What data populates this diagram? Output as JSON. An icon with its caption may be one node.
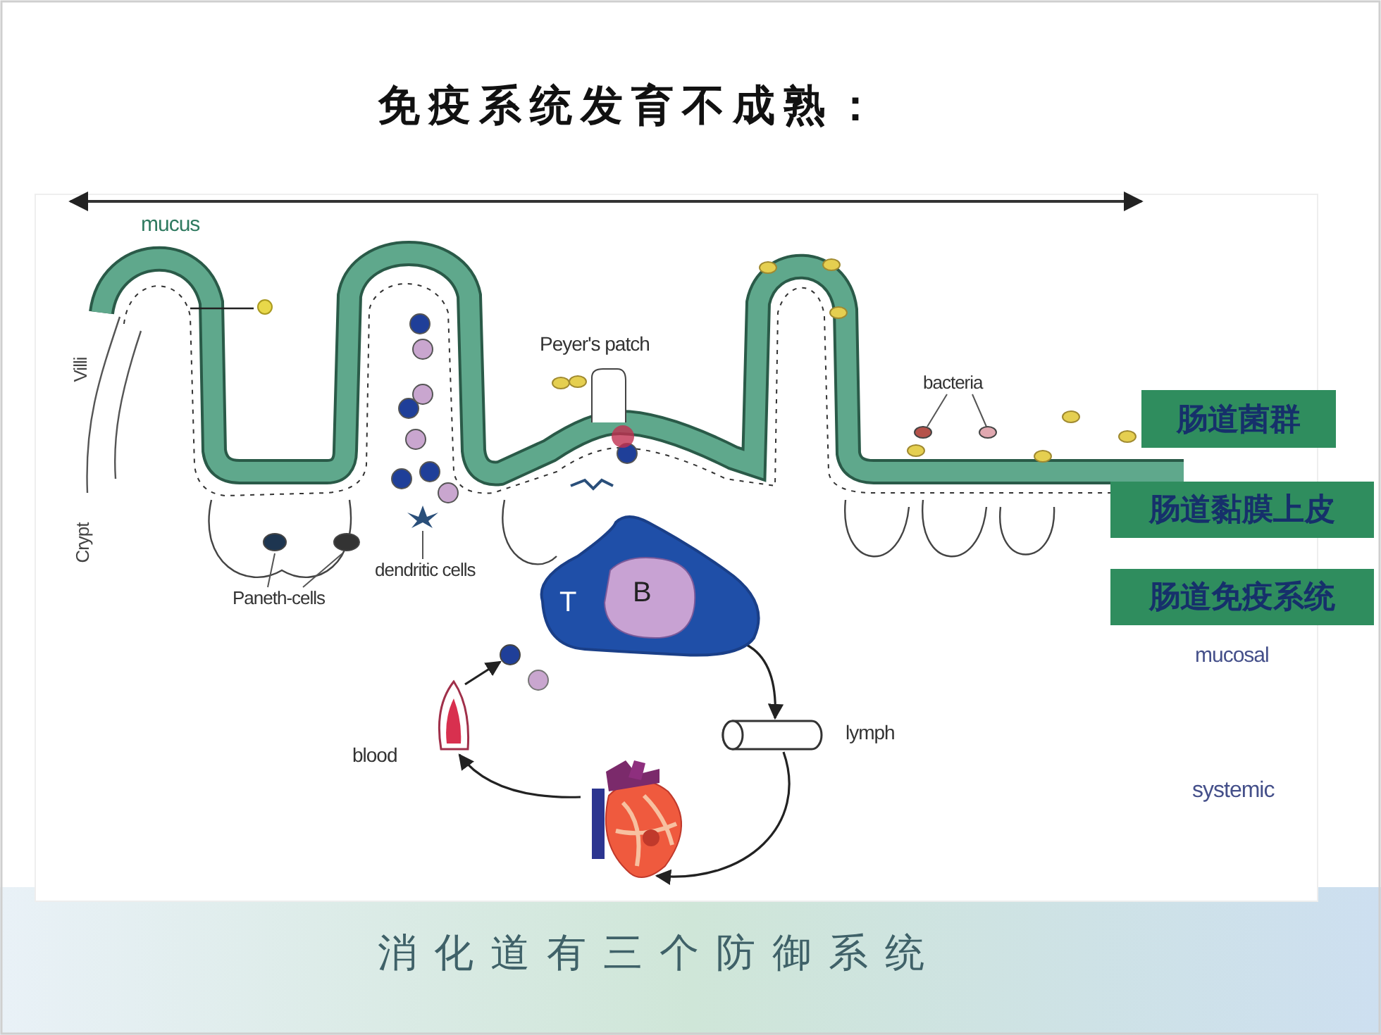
{
  "diagram": {
    "title": "免疫系统发育不成熟：",
    "caption": "消化道有三个防御系统",
    "nodes": [
      {
        "text": [
          "T"
        ]
      },
      {
        "text": [
          "B"
        ],
        "in": 0
      },
      {
        "text": [],
        "shape": "picture",
        "beside": [
          "blood"
        ]
      },
      {
        "text": [],
        "shape": "cylinder",
        "beside": [
          "lymph"
        ]
      },
      {
        "text": [],
        "shape": "picture"
      },
      {
        "text": [],
        "shape": "circle"
      },
      {
        "text": [
          "肠道菌群"
        ]
      },
      {
        "text": [
          "肠道黏膜上皮"
        ]
      },
      {
        "text": [
          "肠道免疫系统"
        ]
      },
      {
        "text": [
          "Paneth-cells"
        ]
      },
      {
        "text": [],
        "shape": "circle"
      },
      {
        "text": [],
        "shape": "circle"
      },
      {
        "text": [
          "dendritic cells"
        ]
      },
      {
        "text": [],
        "shape": "picture"
      },
      {
        "text": [
          "bacteria"
        ]
      },
      {
        "text": [],
        "shape": "circle"
      },
      {
        "text": [],
        "shape": "circle"
      }
    ],
    "edges": [
      {
        "from": 0,
        "to": 3,
        "arrow": "to"
      },
      {
        "from": 3,
        "to": 4,
        "arrow": "to"
      },
      {
        "from": 4,
        "to": 2,
        "arrow": "to"
      },
      {
        "from": 2,
        "to": 5,
        "arrow": "to"
      },
      {
        "from": 9,
        "to": 10,
        "arrow": "none"
      },
      {
        "from": 9,
        "to": 11,
        "arrow": "none"
      },
      {
        "from": 12,
        "to": 13,
        "arrow": "none"
      },
      {
        "from": 14,
        "to": 15,
        "arrow": "none"
      },
      {
        "from": 14,
        "to": 16,
        "arrow": "none"
      }
    ],
    "labels": [
      "mucus",
      "Villi",
      "Crypt",
      "Peyer's patch",
      "mucosal",
      "systemic"
    ]
  }
}
